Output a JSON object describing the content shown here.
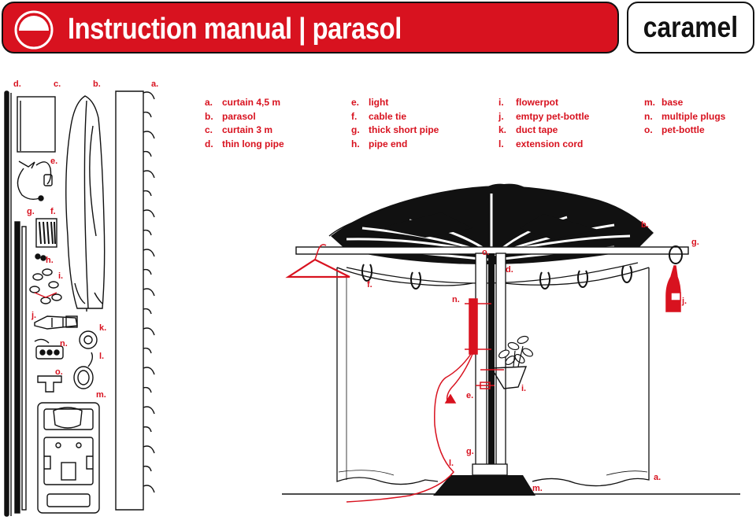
{
  "header": {
    "title": "Instruction manual  |  parasol",
    "variant": "caramel",
    "accent_color": "#d8121f"
  },
  "legend": [
    [
      {
        "key": "a.",
        "text": "curtain 4,5 m"
      },
      {
        "key": "b.",
        "text": "parasol"
      },
      {
        "key": "c.",
        "text": "curtain 3 m"
      },
      {
        "key": "d.",
        "text": "thin long pipe"
      }
    ],
    [
      {
        "key": "e.",
        "text": "light"
      },
      {
        "key": "f.",
        "text": "cable tie"
      },
      {
        "key": "g.",
        "text": "thick short pipe"
      },
      {
        "key": "h.",
        "text": "pipe end"
      }
    ],
    [
      {
        "key": "i.",
        "text": "flowerpot"
      },
      {
        "key": "j.",
        "text": "emtpy pet-bottle"
      },
      {
        "key": "k.",
        "text": "duct tape"
      },
      {
        "key": "l.",
        "text": "extension cord"
      }
    ],
    [
      {
        "key": "m.",
        "text": "base"
      },
      {
        "key": "n.",
        "text": "multiple plugs"
      },
      {
        "key": "o.",
        "text": "pet-bottle"
      }
    ]
  ],
  "parts_labels": {
    "d": "d.",
    "c": "c.",
    "b": "b.",
    "a": "a.",
    "e": "e.",
    "g": "g.",
    "f": "f.",
    "h": "h.",
    "i": "i.",
    "j": "j.",
    "k": "k.",
    "n": "n.",
    "l": "l.",
    "o": "o.",
    "m": "m."
  },
  "assembly_labels": {
    "b": "b.",
    "g": "g.",
    "o": "o.",
    "d": "d.",
    "f": "f.",
    "n": "n.",
    "j": "j.",
    "e": "e.",
    "i": "i.",
    "g2": "g.",
    "l": "l.",
    "a": "a.",
    "m": "m."
  }
}
